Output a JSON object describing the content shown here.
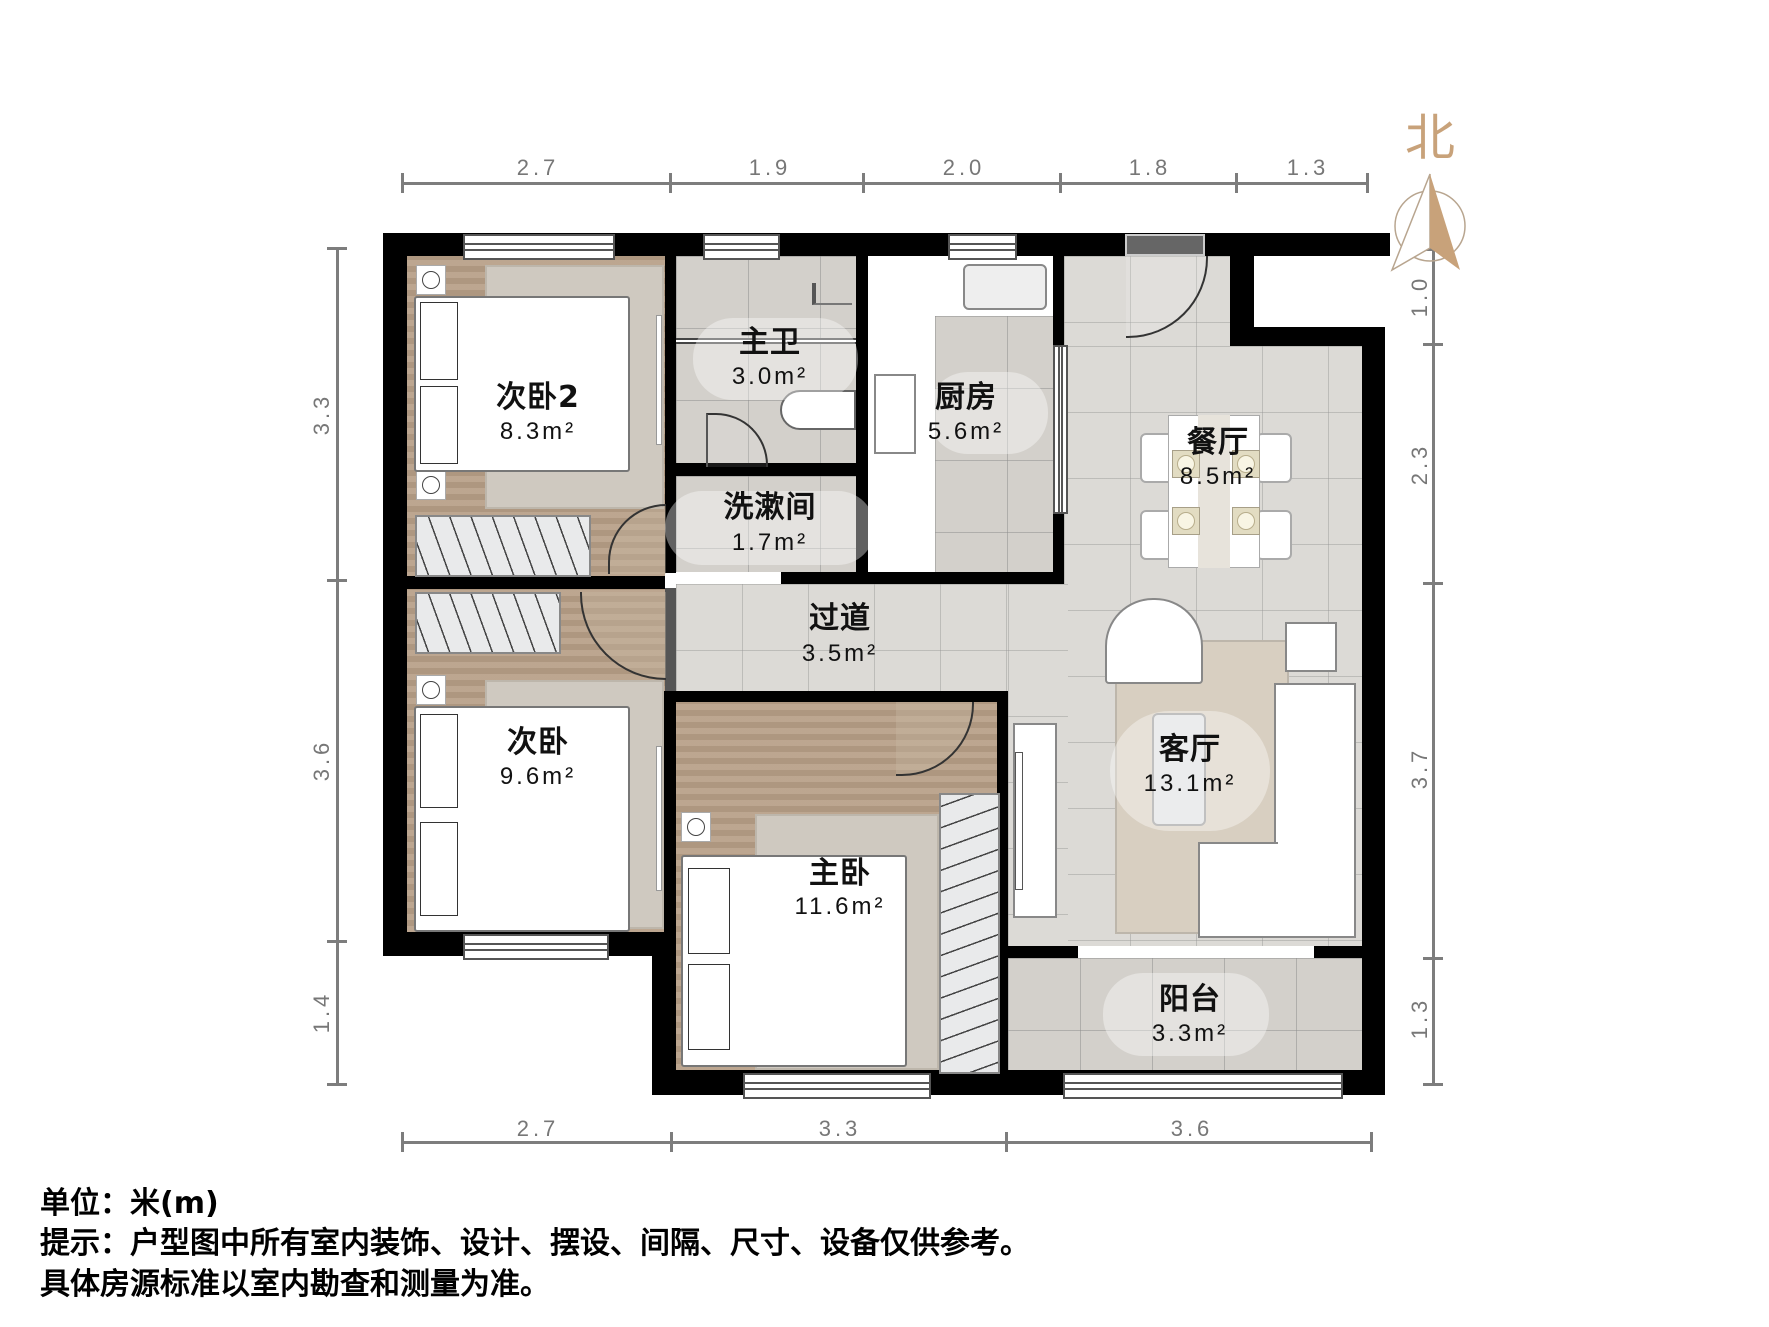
{
  "compass": {
    "label": "北",
    "color": "#c8a27a"
  },
  "rooms": {
    "bedroom2": {
      "name": "次卧2",
      "area": "8.3m²"
    },
    "master_bath": {
      "name": "主卫",
      "area": "3.0m²"
    },
    "washroom": {
      "name": "洗漱间",
      "area": "1.7m²"
    },
    "kitchen": {
      "name": "厨房",
      "area": "5.6m²"
    },
    "dining": {
      "name": "餐厅",
      "area": "8.5m²"
    },
    "corridor": {
      "name": "过道",
      "area": "3.5m²"
    },
    "bedroom": {
      "name": "次卧",
      "area": "9.6m²"
    },
    "master_bedroom": {
      "name": "主卧",
      "area": "11.6m²"
    },
    "living": {
      "name": "客厅",
      "area": "13.1m²"
    },
    "balcony": {
      "name": "阳台",
      "area": "3.3m²"
    }
  },
  "dimensions": {
    "top": [
      "2.7",
      "1.9",
      "2.0",
      "1.8",
      "1.3"
    ],
    "bottom": [
      "2.7",
      "3.3",
      "3.6"
    ],
    "left": [
      "3.3",
      "3.6",
      "1.4"
    ],
    "right": [
      "1.0",
      "2.3",
      "3.7",
      "1.3"
    ]
  },
  "notes": {
    "unit": "单位：米(m)",
    "hint": "提示：户型图中所有室内装饰、设计、摆设、间隔、尺寸、设备仅供参考。",
    "standard": "具体房源标准以室内勘查和测量为准。"
  },
  "colors": {
    "wall": "#000000",
    "dimension": "#7d7d7d",
    "compass": "#c8a27a"
  }
}
